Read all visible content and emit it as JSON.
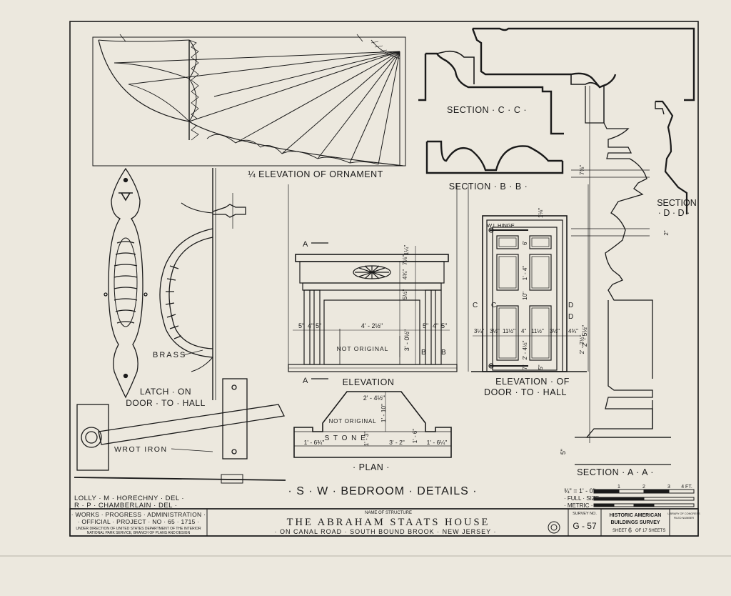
{
  "drawing": {
    "labels": {
      "ornament": "¼ ELEVATION OF ORNAMENT",
      "section_cc": "SECTION · C · C ·",
      "section_bb": "SECTION · B · B ·",
      "section_dd_1": "SECTION",
      "section_dd_2": "· D · D ·",
      "latch_1": "LATCH · ON",
      "latch_2": "DOOR · TO · HALL",
      "brass": "BRASS",
      "wrot_iron": "WROT IRON",
      "elevation": "ELEVATION",
      "elev_door_1": "ELEVATION · OF",
      "elev_door_2": "DOOR · TO · HALL",
      "not_original_1": "NOT ORIGINAL",
      "not_original_2": "NOT ORIGINAL",
      "stone": "S T O N E",
      "plan": "· PLAN ·",
      "section_aa": "SECTION · A · A ·",
      "wi_hinge": "W.I. HINGE",
      "sheet_title": "· S · W · BEDROOM · DETAILS ·"
    },
    "section_letters": {
      "a": "A",
      "b": "B",
      "c": "C",
      "d": "D"
    },
    "dimensions": {
      "mantel_top": "1¼\"",
      "mantel_side_1": "5\"",
      "mantel_side_2": "4\"",
      "mantel_side_3": "5\"",
      "mantel_opening": "4' - 2½\"",
      "mantel_side_4": "5\"",
      "mantel_side_5": "4\"",
      "mantel_side_6": "5\"",
      "mantel_height": "3' - 0½\"",
      "mantel_v1": "5½\"",
      "mantel_v2": "4¾\"",
      "mantel_v3": "7⅛\"",
      "plan_width": "2' - 4½\"",
      "plan_depth": "1' - 10\"",
      "plan_l": "1' - 6¾\"",
      "plan_c": "3' - 2\"",
      "plan_r": "1' - 6¼\"",
      "plan_s1": "1' - 3\"",
      "plan_s2": "1' - 6\"",
      "door_d1": "3¼\"",
      "door_d2": "3½\"",
      "door_d3": "11½\"",
      "door_d4": "4\"",
      "door_d5": "11½\"",
      "door_d6": "3½\"",
      "door_d7": "4¾\"",
      "door_v1": "6'",
      "door_v2": "10\"",
      "door_v3": "1' - 4\"",
      "door_v4": "2' - 4½\"",
      "door_v5": "7\"",
      "door_v6": "5\"",
      "door_top": "1⅛\"",
      "door_side": "2' - 7½\"",
      "aa_h": "2' - 5½\"",
      "aa_b": "5\"",
      "aa_t": "7⅜\"",
      "dd_t": "2\""
    },
    "scale": {
      "ratio": "¾\" = 1' - 0\"",
      "full_size": "· FULL · SIZE ·",
      "metric": "· METRIC ·",
      "ticks": [
        "1",
        "2",
        "3",
        "4 FT."
      ]
    },
    "delineators": {
      "line1": "LOLLY · M · HORECHNY · DEL ·",
      "line2": "R · P · CHAMBERLAIN · DEL ·"
    }
  },
  "title_block": {
    "wpa_1": "· WORKS · PROGRESS · ADMINISTRATION ·",
    "wpa_2": "· OFFICIAL · PROJECT · NO · 65 · 1715 ·",
    "wpa_3": "UNDER DIRECTION OF UNITED STATES DEPARTMENT OF THE INTERIOR",
    "wpa_4": "NATIONAL PARK SERVICE, BRANCH OF PLANS AND DESIGN",
    "name_label": "NAME OF STRUCTURE",
    "structure_name": "THE ABRAHAM STAATS HOUSE",
    "location": "· ON CANAL ROAD · SOUTH BOUND BROOK · NEW JERSEY ·",
    "survey_label": "SURVEY NO.",
    "survey_no": "G - 57",
    "habs_1": "HISTORIC AMERICAN",
    "habs_2": "BUILDINGS SURVEY",
    "sheet_word": "SHEET",
    "sheet_no": "6",
    "sheet_of": "OF 17 SHEETS",
    "loc_1": "LIBRARY OF CONGRESS",
    "loc_2": "FILED NUMBER"
  },
  "colors": {
    "paper": "#ece8de",
    "ink": "#1a1a1a"
  }
}
